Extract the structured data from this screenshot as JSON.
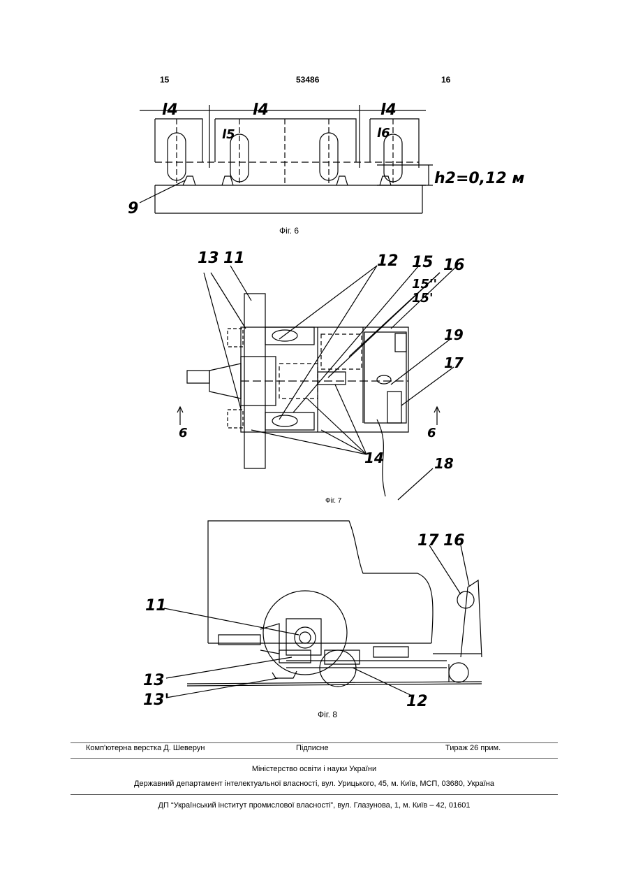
{
  "header": {
    "page_left": "15",
    "patent_number": "53486",
    "page_right": "16"
  },
  "figures": {
    "fig6": {
      "caption": "Фіг. 6",
      "labels": {
        "l4_left": "l4",
        "l4_mid": "l4",
        "l4_right": "l4",
        "l5": "l5",
        "l6": "l6",
        "h2": "h2=0,12 м",
        "ref9": "9"
      }
    },
    "fig7": {
      "caption": "Фіг. 7",
      "labels": {
        "n13": "13",
        "n11": "11",
        "n12": "12",
        "n15": "15",
        "n16": "16",
        "n15a": "15''",
        "n15b": "15'",
        "n19": "19",
        "n17": "17",
        "n14": "14",
        "n18": "18",
        "sec_left": "6",
        "sec_right": "6"
      }
    },
    "fig8": {
      "caption": "Фіг. 8",
      "labels": {
        "n11": "11",
        "n13": "13",
        "n13p": "13'",
        "n12": "12",
        "n17": "17",
        "n16": "16"
      }
    }
  },
  "imprint": {
    "typesetting": "Комп'ютерна верстка Д. Шеверун",
    "signed": "Підписне",
    "circulation": "Тираж 26 прим.",
    "ministry": "Міністерство освіти і науки України",
    "department": "Державний департамент інтелектуальної власності, вул. Урицького, 45, м. Київ, МСП, 03680, Україна",
    "publisher": "ДП “Український інститут промислової власності”, вул. Глазунова, 1, м. Київ – 42, 01601"
  }
}
